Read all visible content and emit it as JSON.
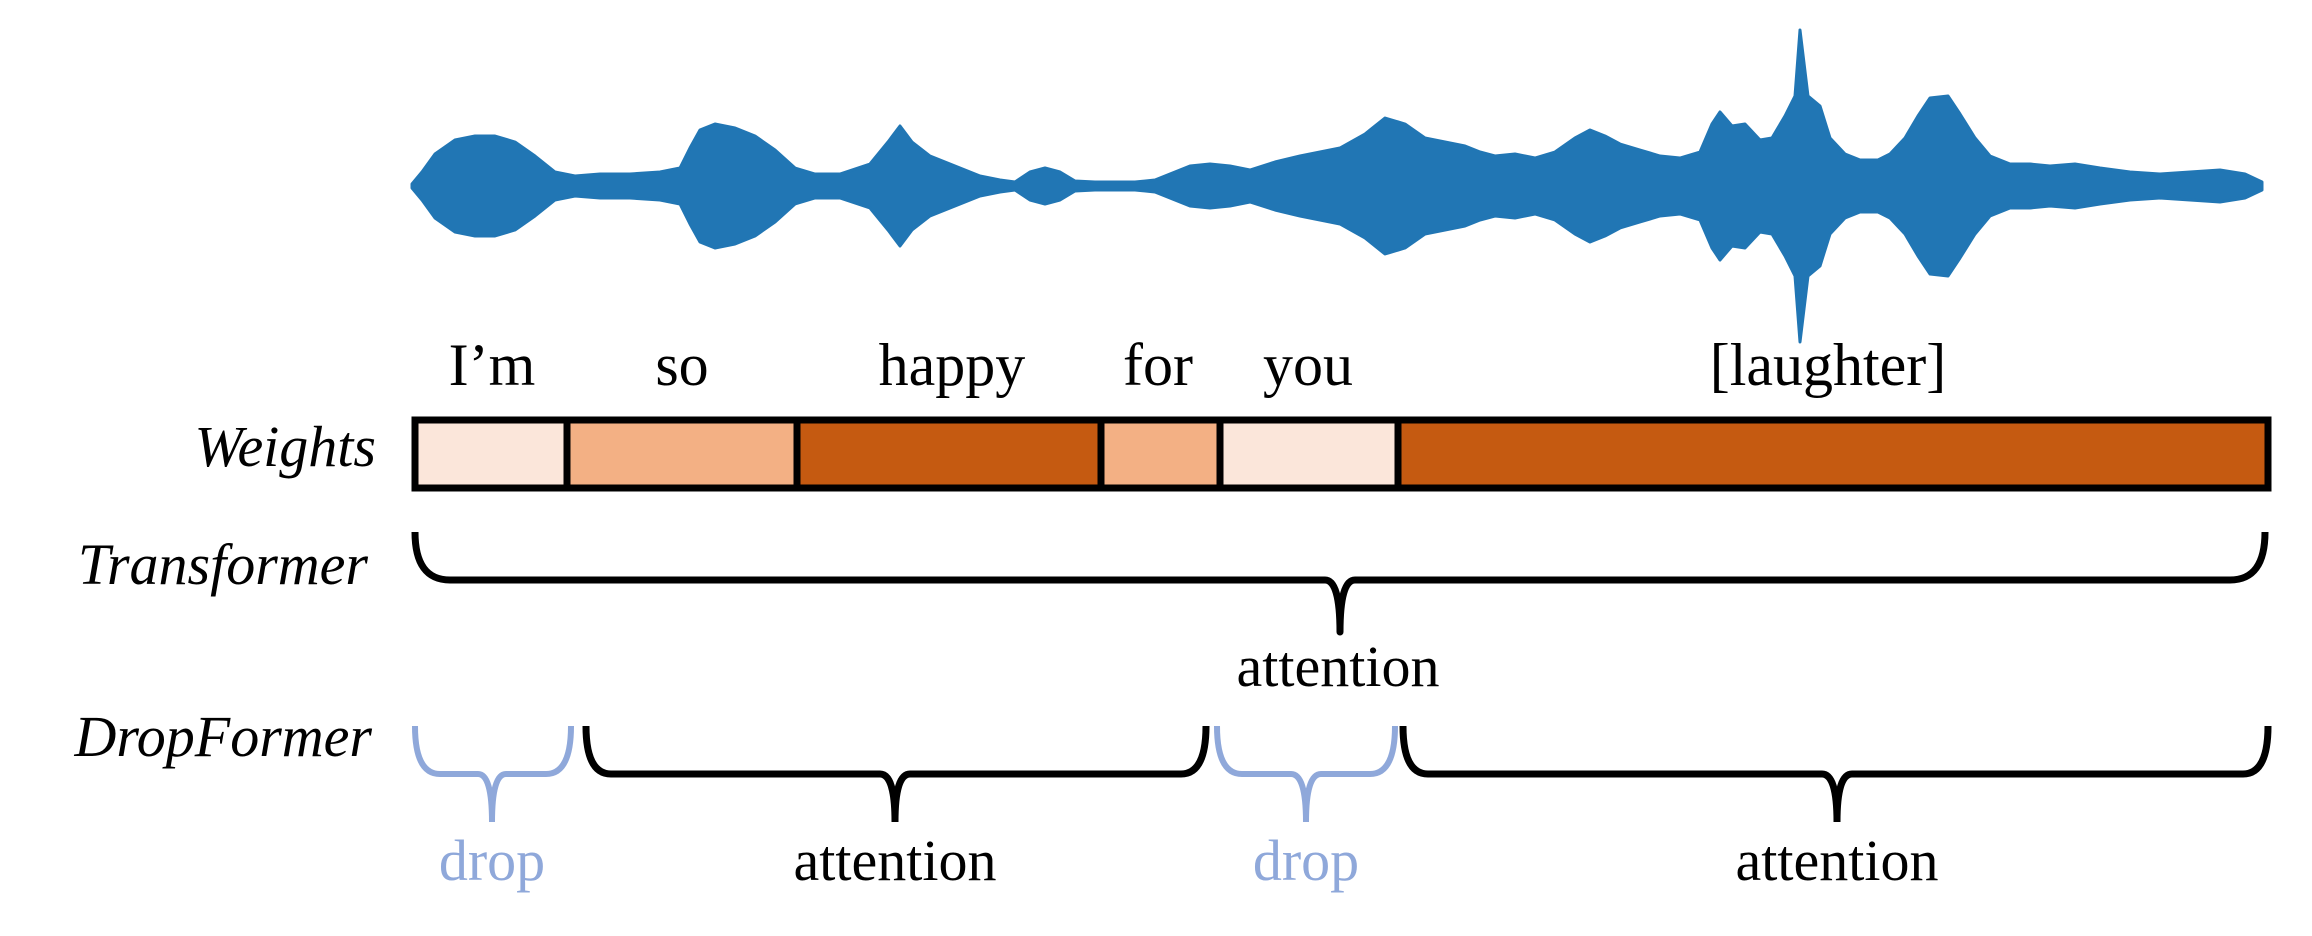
{
  "words": [
    "I’m",
    "so",
    "happy",
    "for",
    "you",
    "[laughter]"
  ],
  "rows": {
    "weights": "Weights",
    "transformer": "Transformer",
    "dropformer": "DropFormer"
  },
  "transformer_label": "attention",
  "weight_levels": [
    "low",
    "medium",
    "high",
    "medium",
    "low",
    "high"
  ],
  "weight_colors": {
    "low": "#fbe6da",
    "medium": "#f3b084",
    "high": "#c55a11"
  },
  "waveform_color": "#2176b4",
  "dropformer_segments": [
    {
      "label": "drop",
      "type": "drop"
    },
    {
      "label": "attention",
      "type": "attention"
    },
    {
      "label": "drop",
      "type": "drop"
    },
    {
      "label": "attention",
      "type": "attention"
    }
  ],
  "colors": {
    "drop": "#8fa8da",
    "attention": "#000000"
  }
}
